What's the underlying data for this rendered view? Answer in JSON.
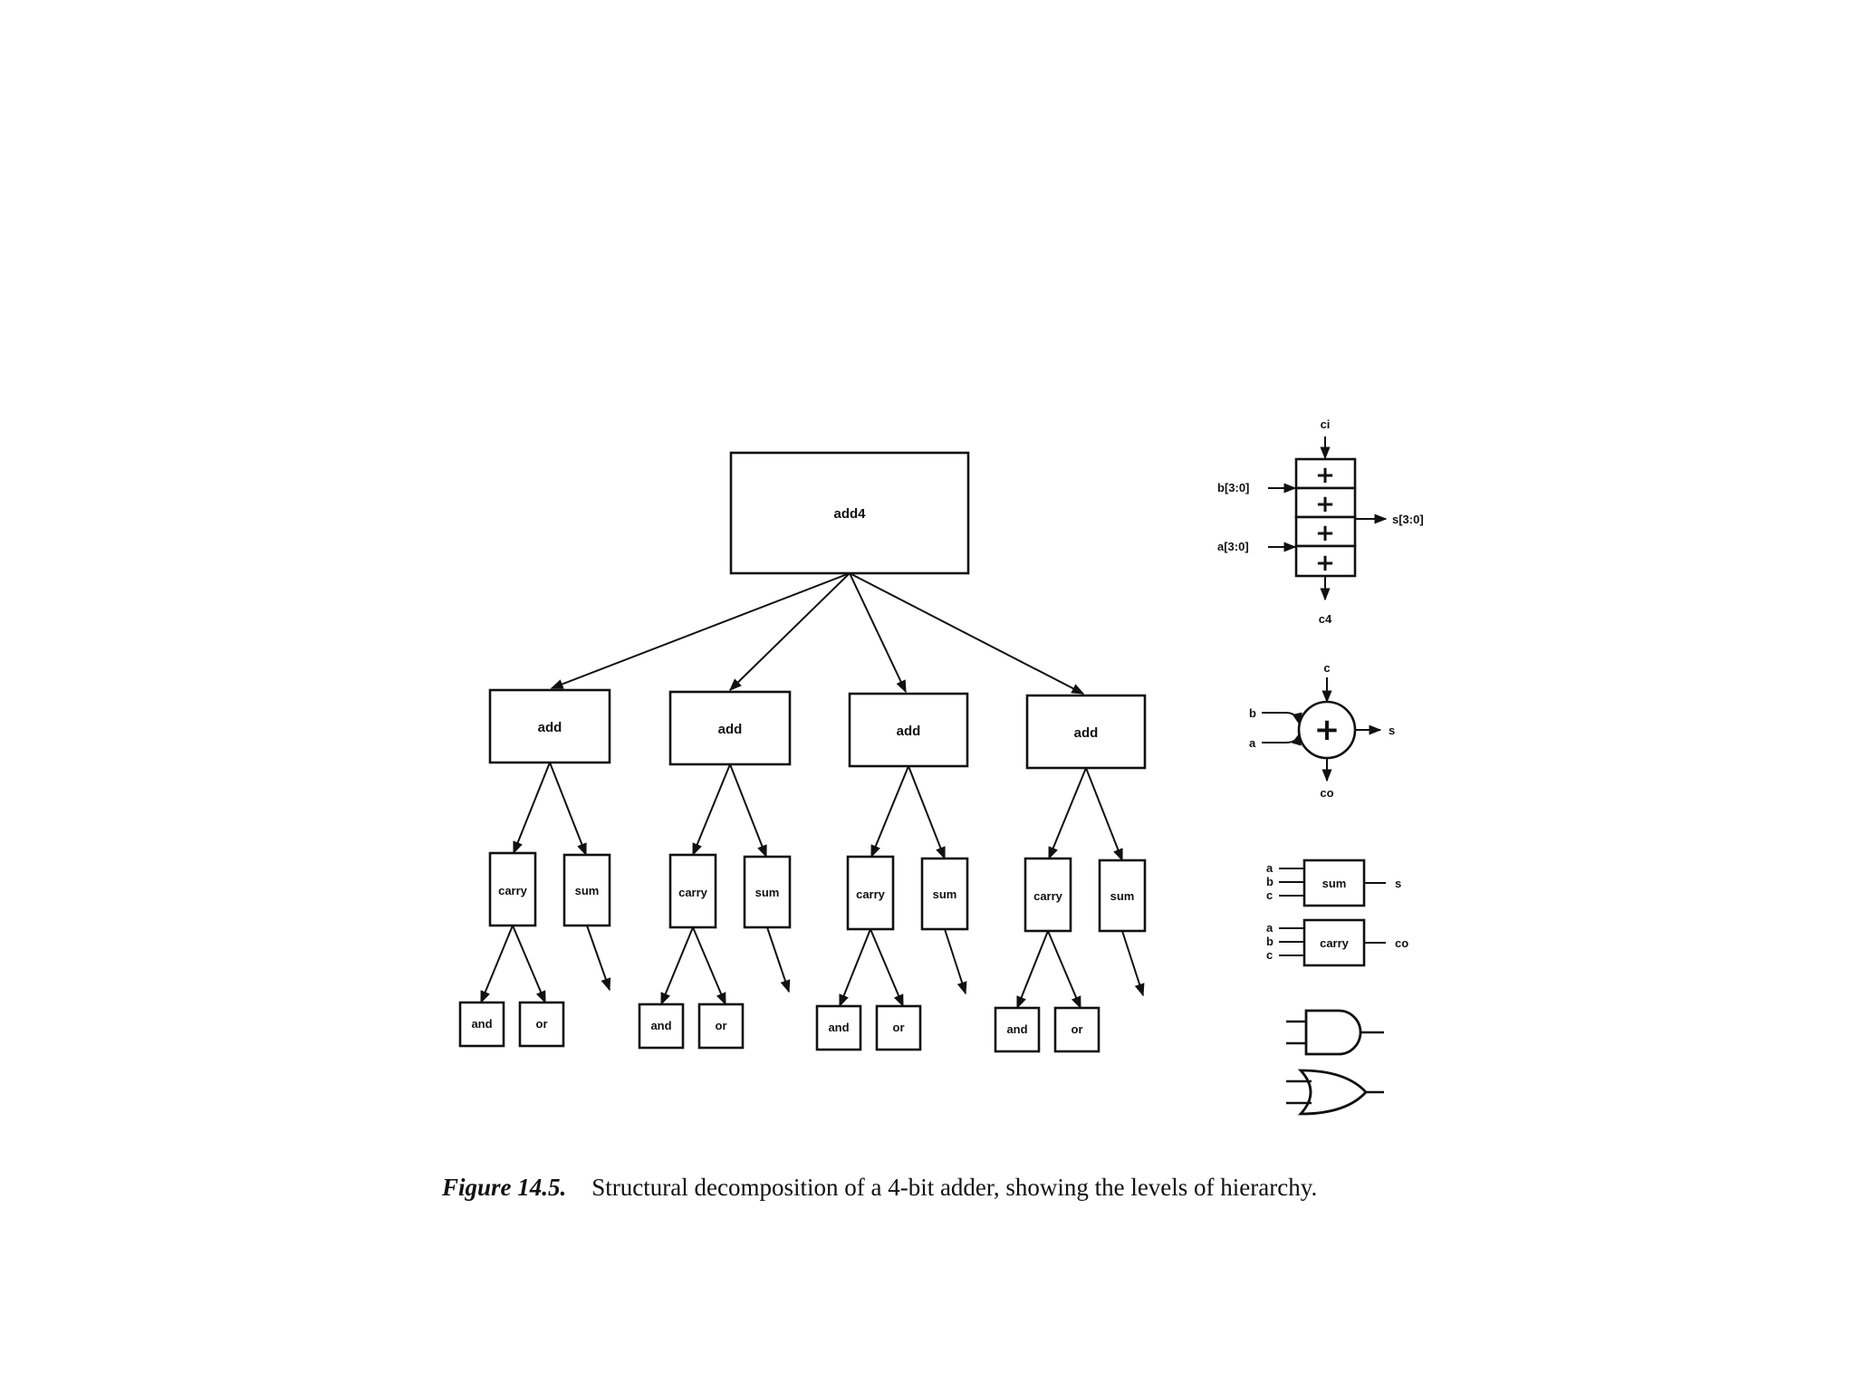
{
  "tree": {
    "root_label": "add4",
    "adder_label": "add",
    "carry_label": "carry",
    "sum_label": "sum",
    "and_label": "and",
    "or_label": "or"
  },
  "legend": {
    "adder4": {
      "ci": "ci",
      "b_in": "b[3:0]",
      "a_in": "a[3:0]",
      "s_out": "s[3:0]",
      "c4": "c4",
      "plus": "+"
    },
    "full_adder": {
      "c": "c",
      "b": "b",
      "a": "a",
      "s": "s",
      "co": "co",
      "plus": "+"
    },
    "gates": {
      "sum_label": "sum",
      "carry_label": "carry",
      "in_a": "a",
      "in_b": "b",
      "in_c": "c",
      "sum_out": "s",
      "carry_out": "co"
    }
  },
  "caption": {
    "figure": "Figure 14.5.",
    "text": "Structural decomposition of a 4-bit adder, showing the levels of hierarchy."
  }
}
